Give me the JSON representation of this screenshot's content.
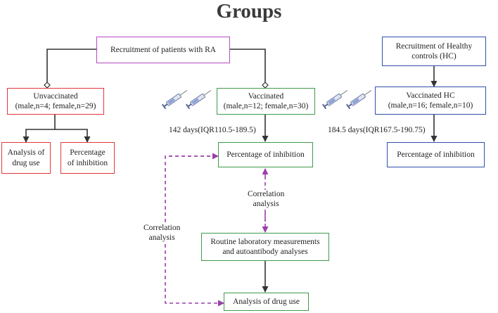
{
  "title": "Groups",
  "nodes": {
    "recruit_ra": "Recruitment of patients with RA",
    "recruit_hc": "Recruitment of  Healthy\ncontrols (HC)",
    "unvaccinated": "Unvaccinated\n(male,n=4; female,n=29)",
    "vaccinated": "Vaccinated\n(male,n=12; female,n=30)",
    "vaccinated_hc": "Vaccinated HC\n(male,n=16; female,n=10)",
    "analysis_drug_use_left": "Analysis of\ndrug use",
    "percentage_inhibition_left": "Percentage\nof inhibition",
    "percentage_inhibition_mid": "Percentage of inhibition",
    "percentage_inhibition_right": "Percentage of inhibition",
    "routine_lab": "Routine laboratory measurements\nand autoantibody analyses",
    "analysis_drug_use_bottom": "Analysis of drug use"
  },
  "annotations": {
    "days_mid": "142  days(IQR110.5-189.5)",
    "days_right": "184.5 days(IQR167.5-190.75)",
    "correlation_mid": "Correlation\nanalysis",
    "correlation_left": "Correlation\nanalysis"
  },
  "icons": [
    "syringe-icon",
    "syringe-icon",
    "syringe-icon",
    "syringe-icon"
  ],
  "colors": {
    "purple": "#b44bbf",
    "red": "#e0383a",
    "green": "#3e9a4a",
    "blue": "#2f4faa",
    "dashed": "#9a3fa8"
  }
}
